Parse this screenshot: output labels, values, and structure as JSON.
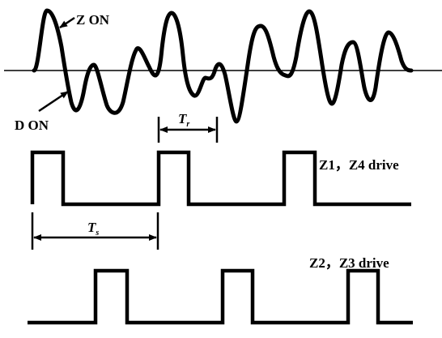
{
  "labels": {
    "z_on": "Z ON",
    "d_on": "D ON",
    "tr_symbol": "T",
    "tr_sub": "r",
    "ts_symbol": "T",
    "ts_sub": "s",
    "z1_z4": "Z1，Z4 drive",
    "z2_z3": "Z2，Z3 drive"
  },
  "colors": {
    "ink": "#000000",
    "background": "#ffffff"
  }
}
